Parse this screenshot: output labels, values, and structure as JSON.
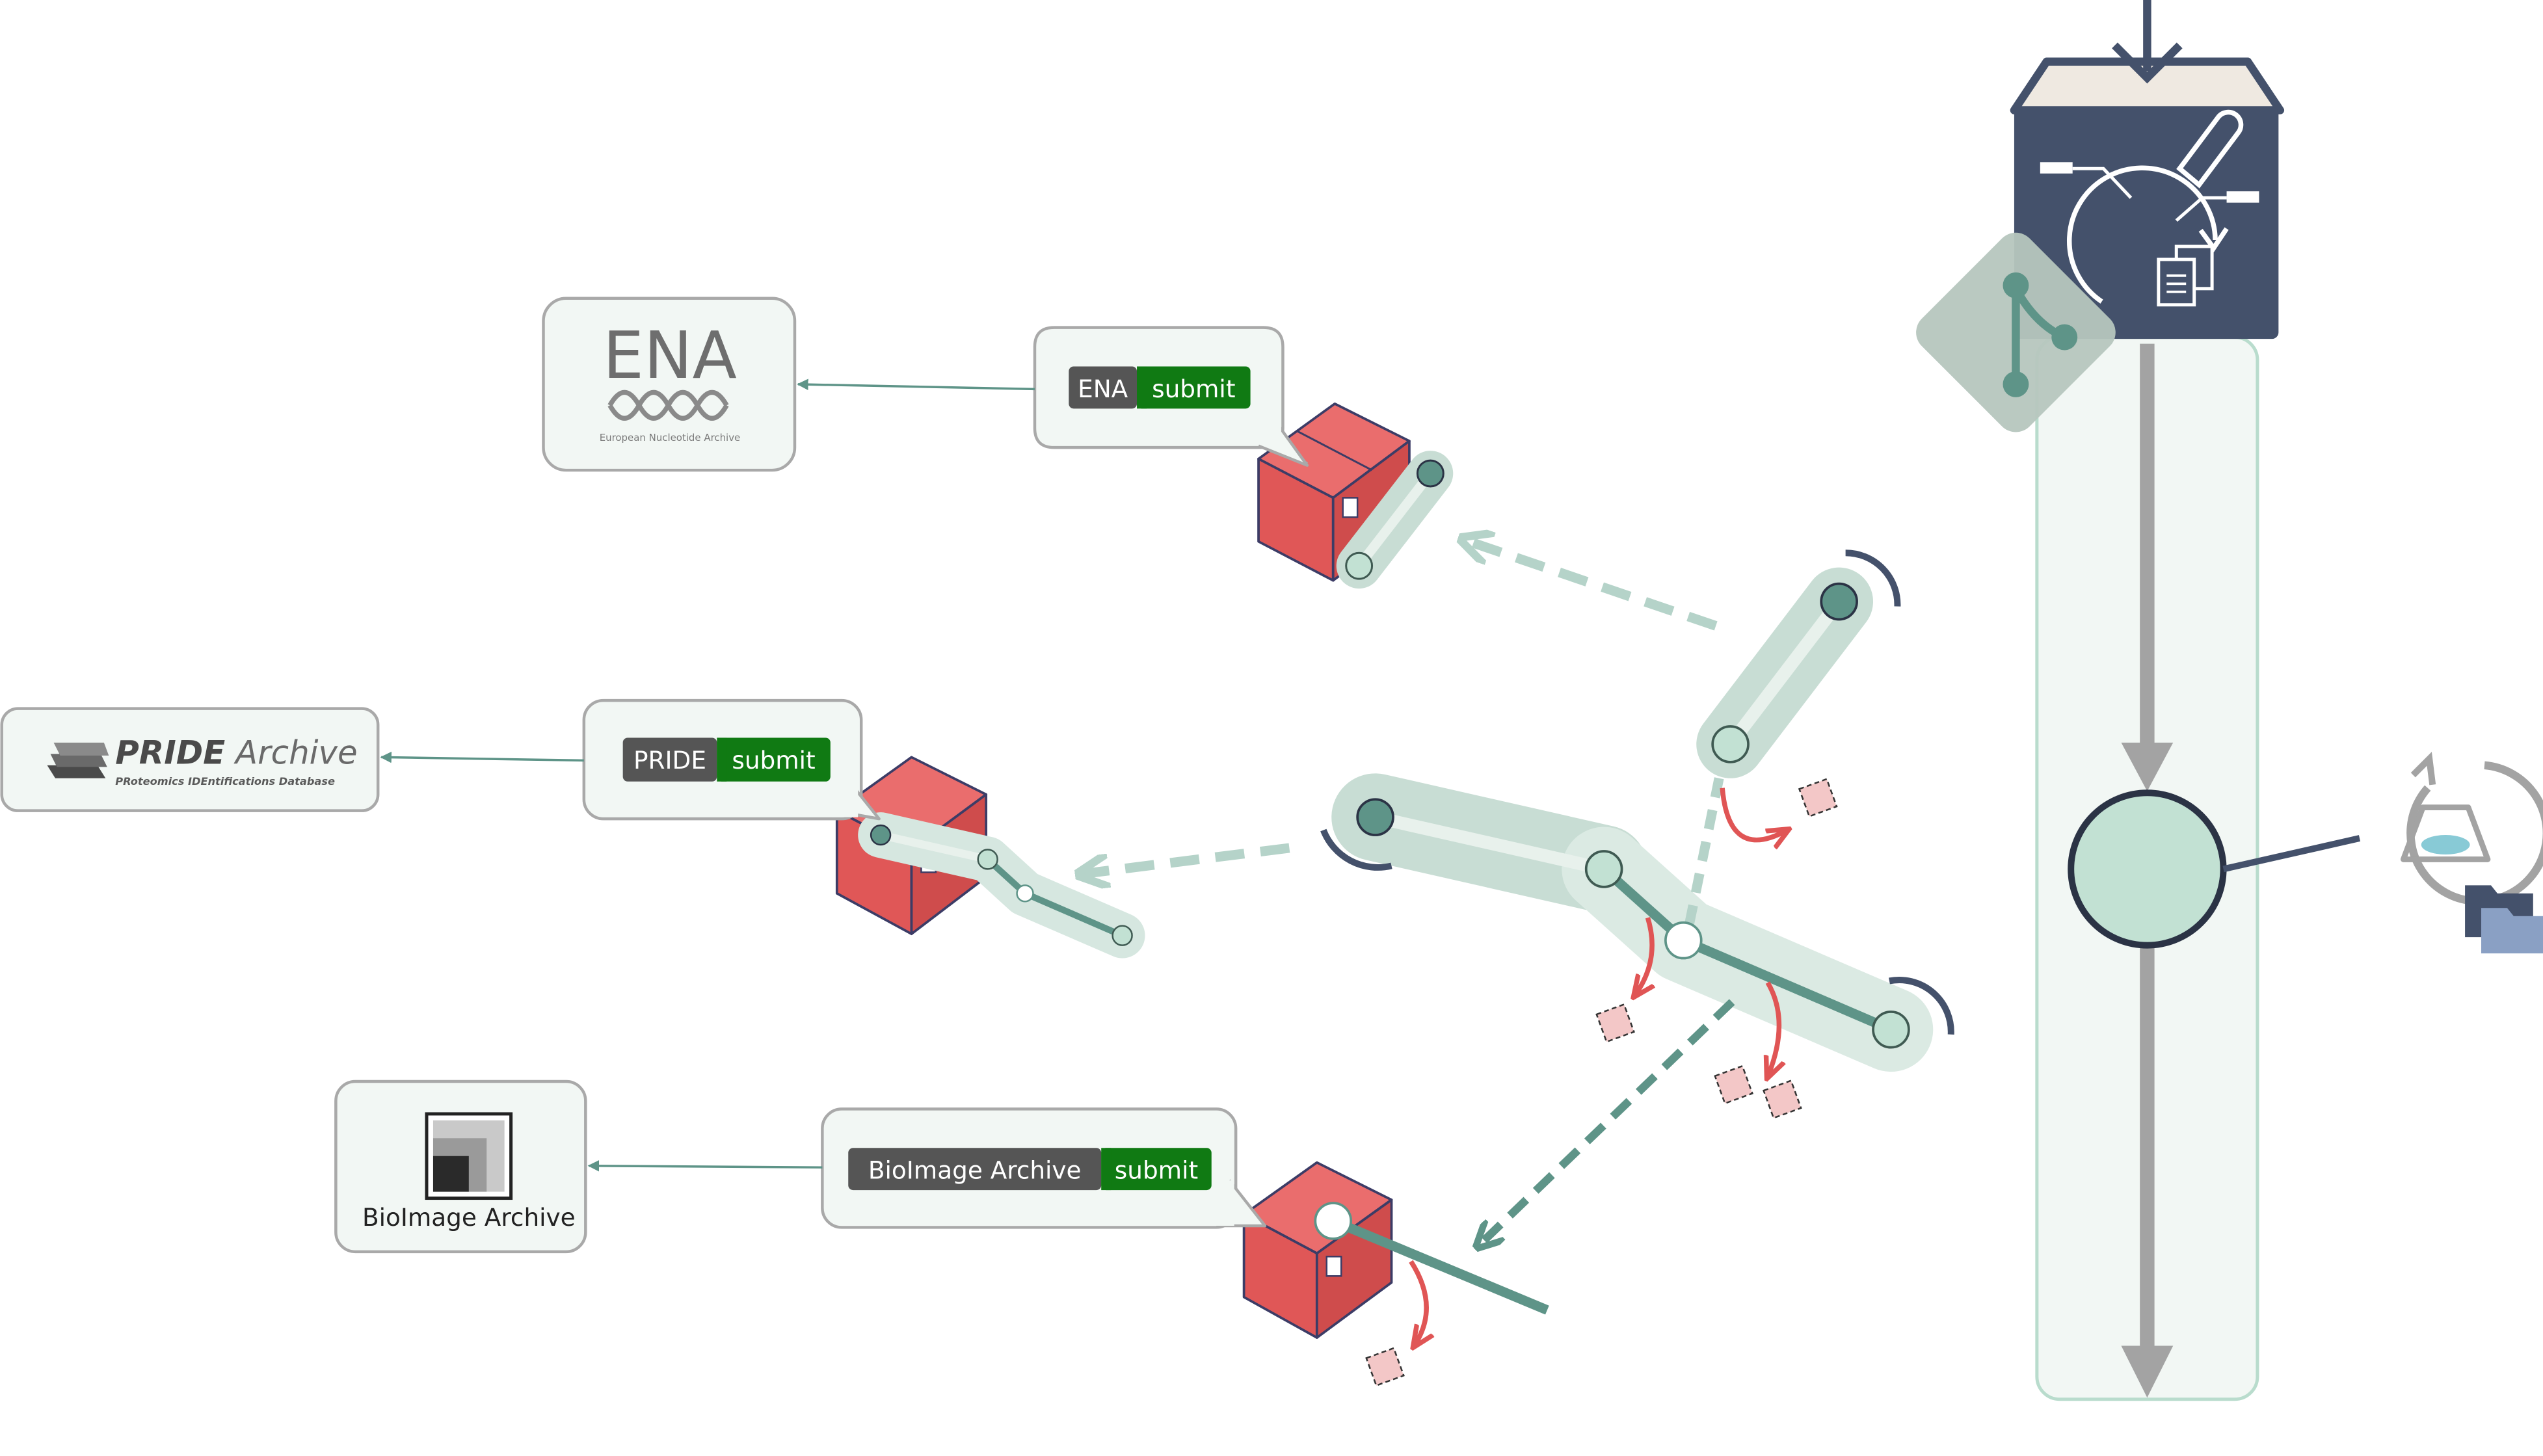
{
  "colors": {
    "accent": "#5e9488",
    "accent_light": "#b5d3c9",
    "halo": "#d6e7e0",
    "box_red": "#e05757",
    "box_dark_line": "#3c3c66",
    "navy": "#44516b",
    "panel_fill": "#f2f7f4",
    "panel_stroke": "#b9dccd",
    "arrow_gray": "#a3a3a3",
    "repo_stroke": "#a9a9a9",
    "badge_dark": "#555555",
    "badge_green": "#107a13",
    "red_arrow": "#e05555",
    "pink_square": "#f3c7c7"
  },
  "repositories": {
    "ena": {
      "title": "ENA",
      "subtitle": "European Nucleotide Archive",
      "badge_label": "ENA",
      "badge_action": "submit"
    },
    "pride": {
      "title_bold": "PRIDE",
      "title_light": "Archive",
      "subtitle": "PRoteomics IDEntifications Database",
      "badge_label": "PRIDE",
      "badge_action": "submit"
    },
    "bioimage": {
      "title": "BioImage Archive",
      "badge_label": "BioImage Archive",
      "badge_action": "submit"
    }
  },
  "icons": {
    "repository_box": "box-icon",
    "workflow_package": "workflow-package-icon",
    "git_branch": "git-branch-icon",
    "data_flask": "flask-icon",
    "folder": "folder-icon"
  }
}
